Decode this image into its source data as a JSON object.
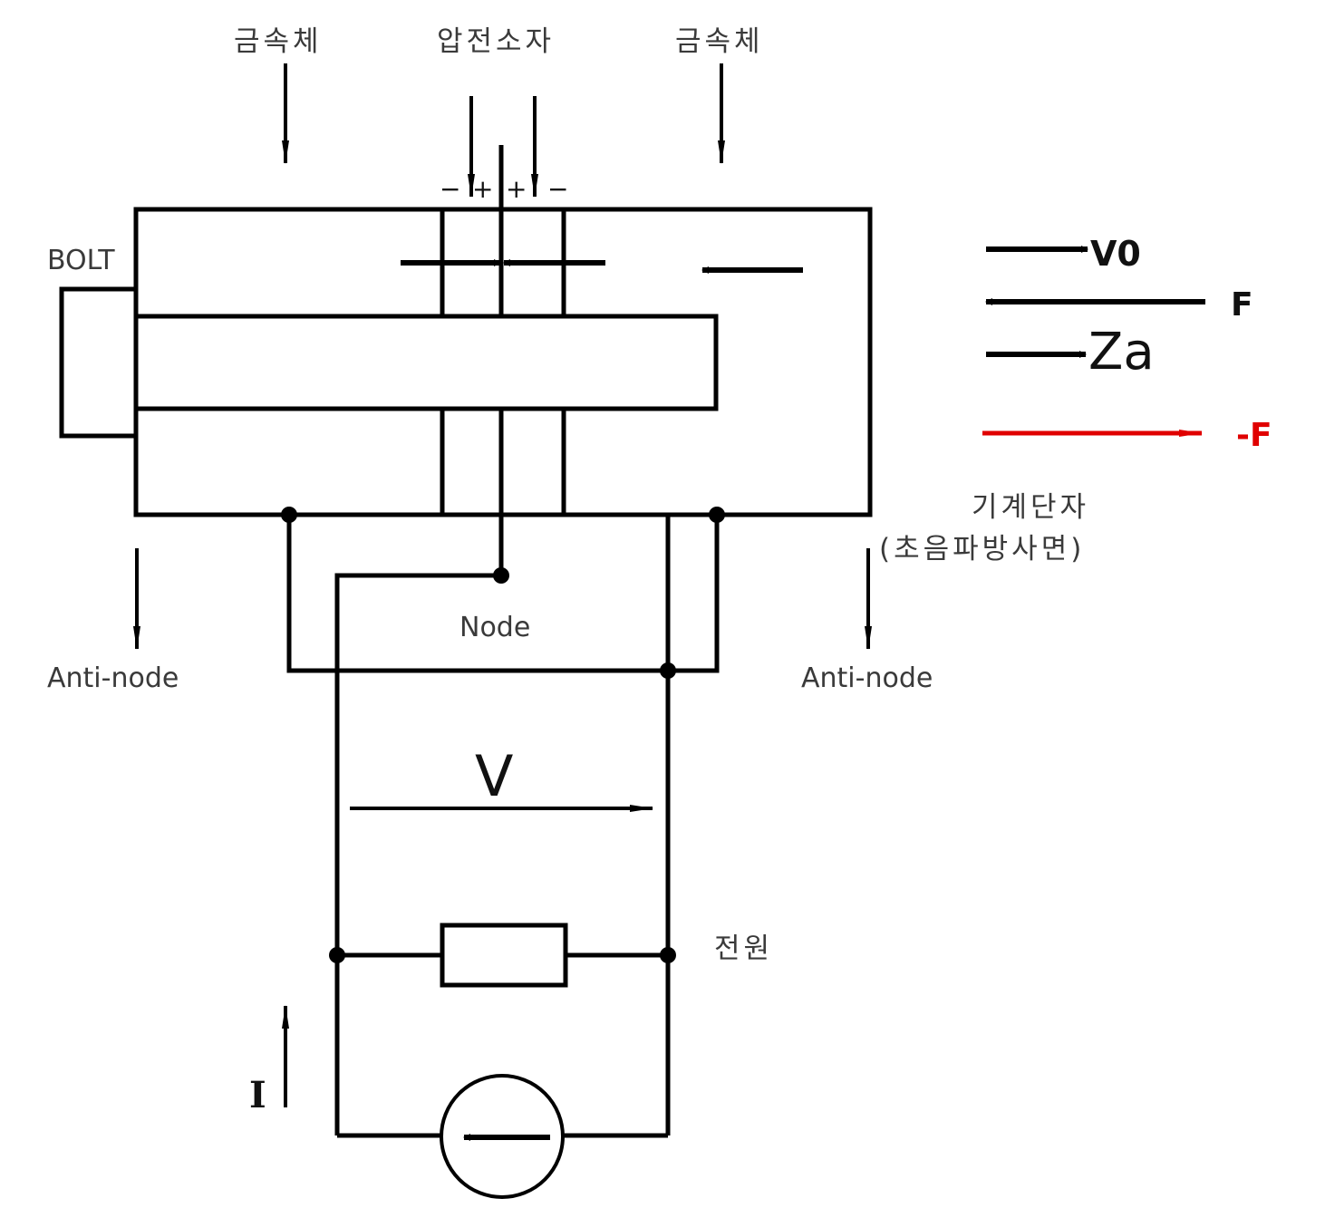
{
  "labels": {
    "metal_left": "금속체",
    "piezo": "압전소자",
    "metal_right": "금속체",
    "bolt": "BOLT",
    "antinode_left": "Anti-node",
    "node": "Node",
    "antinode_right": "Anti-node",
    "mech_terminal_line1": "기계단자",
    "mech_terminal_line2": "(초음파방사면)",
    "voltage": "V",
    "power_source": "전원",
    "current": "I"
  },
  "polarity": {
    "minus_left": "−",
    "plus_left": "+",
    "plus_right": "+",
    "minus_right": "−"
  },
  "legend": {
    "items": [
      {
        "id": "v0",
        "label": "V0",
        "direction": "right",
        "color": "#000000"
      },
      {
        "id": "f",
        "label": "F",
        "direction": "left",
        "color": "#000000"
      },
      {
        "id": "za",
        "label": "Za",
        "direction": "right",
        "color": "#000000"
      },
      {
        "id": "neg-f",
        "label": "-F",
        "direction": "right",
        "color": "#e00000"
      }
    ]
  },
  "colors": {
    "line": "#000000",
    "text": "#3a3a3a",
    "accent": "#e00000"
  }
}
